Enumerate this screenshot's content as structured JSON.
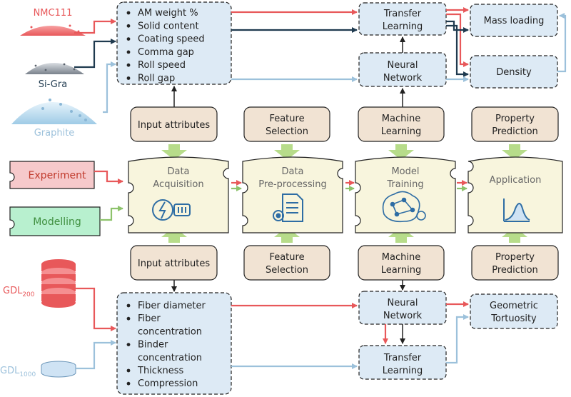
{
  "materials": {
    "nmc": "NMC111",
    "sigra": "Si-Gra",
    "graphite": "Graphite",
    "gdl200": {
      "main": "GDL",
      "sub": "200"
    },
    "gdl1000": {
      "main": "GDL",
      "sub": "1000"
    }
  },
  "top_attributes": [
    "AM weight %",
    "Solid content",
    "Coating speed",
    "Comma gap",
    "Roll speed",
    "Roll gap"
  ],
  "bottom_attributes": [
    {
      "bullet": true,
      "text": "Fiber diameter"
    },
    {
      "bullet": true,
      "text": "Fiber"
    },
    {
      "bullet": false,
      "text": "concentration"
    },
    {
      "bullet": true,
      "text": "Binder"
    },
    {
      "bullet": false,
      "text": "concentration"
    },
    {
      "bullet": true,
      "text": "Thickness"
    },
    {
      "bullet": true,
      "text": "Compression"
    }
  ],
  "top_models": {
    "transfer": [
      "Transfer",
      "Learning"
    ],
    "neural": [
      "Neural",
      "Network"
    ]
  },
  "top_outputs": {
    "mass_loading": "Mass loading",
    "density": "Density"
  },
  "bottom_models": {
    "neural": [
      "Neural",
      "Network"
    ],
    "transfer": [
      "Transfer",
      "Learning"
    ]
  },
  "bottom_output": [
    "Geometric",
    "Tortuosity"
  ],
  "stage_labels": {
    "input": [
      "Input attributes"
    ],
    "feature": [
      "Feature",
      "Selection"
    ],
    "machine": [
      "Machine",
      "Learning"
    ],
    "property": [
      "Property",
      "Prediction"
    ]
  },
  "sources": {
    "experiment": "Experiment",
    "modelling": "Modelling"
  },
  "stages": {
    "acquisition": [
      "Data",
      "Acquisition"
    ],
    "preprocessing": [
      "Data",
      "Pre-processing"
    ],
    "training": [
      "Model",
      "Training"
    ],
    "application": [
      "Application"
    ]
  },
  "colors": {
    "red": "#e8585a",
    "navy": "#1f3a4f",
    "lightblue": "#9cc1db",
    "box_blue": "#ddeaf5",
    "beige": "#f1e3d3",
    "cream": "#f8f5dd",
    "green": "#b7dc8a",
    "experiment_fill": "#f6c9cb",
    "modelling_fill": "#b8f0cf"
  }
}
